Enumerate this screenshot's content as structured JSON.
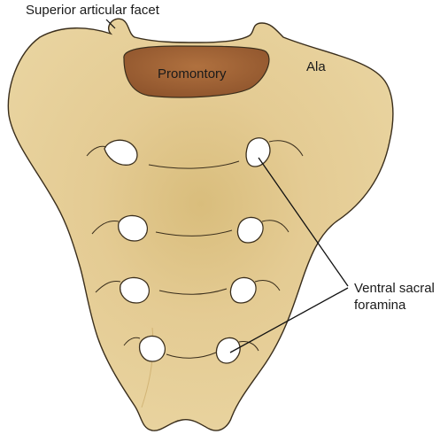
{
  "labels": {
    "superior_articular_facet": "Superior articular facet",
    "promontory": "Promontory",
    "ala": "Ala",
    "ventral_sacral_foramina_line1": "Ventral sacral",
    "ventral_sacral_foramina_line2": "foramina"
  },
  "colors": {
    "bone": "#e6cf97",
    "bone_shadow": "#c9a865",
    "outline": "#3a2e1c",
    "promontory_fill": "#9a5e33",
    "foramen": "#ffffff",
    "leader_line": "#111111"
  }
}
